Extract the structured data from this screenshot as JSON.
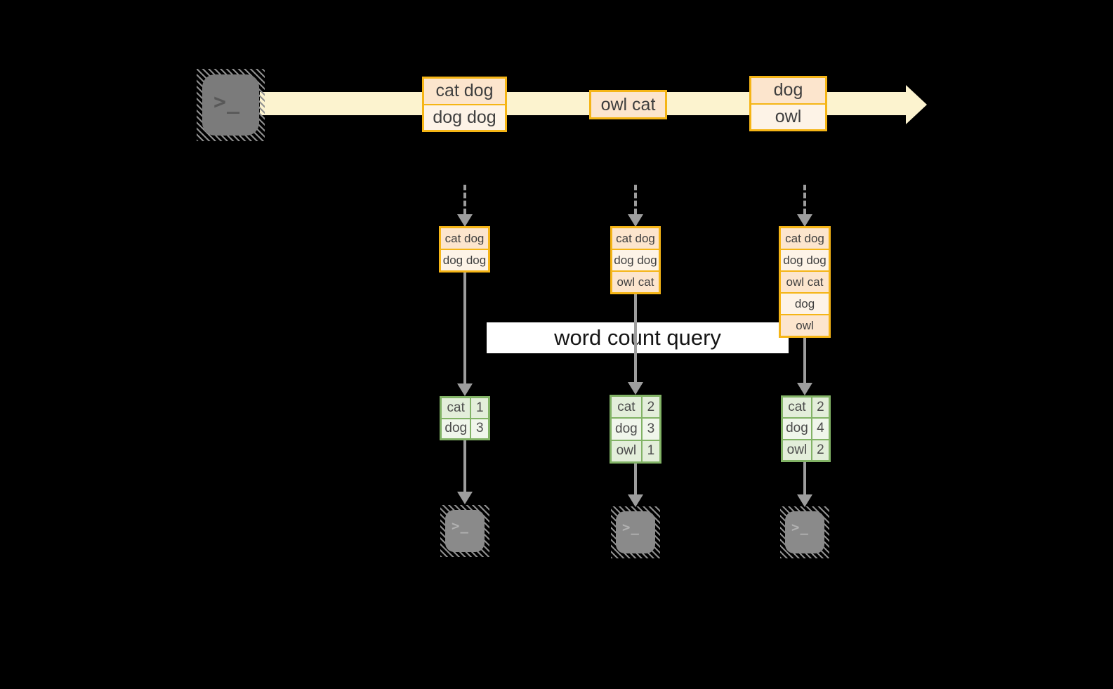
{
  "query_label": "word count query",
  "terminal_glyph": ">_",
  "colors": {
    "background": "#000000",
    "stream_band": "#FCF3CF",
    "record_fill_dark": "#FCE5CD",
    "record_fill_light": "#FDF3E7",
    "record_border": "#F5B516",
    "table_border": "#82B366",
    "table_fill_dark": "#E3EEDA",
    "table_fill_light": "#F0F6EB",
    "connector_gray": "#9D9D9D",
    "terminal_gray": "#7B7B7B",
    "label_background": "#FFFFFF"
  },
  "stream": {
    "batch1": [
      "cat dog",
      "dog dog"
    ],
    "batch2": [
      "owl cat"
    ],
    "batch3": [
      "dog",
      "owl"
    ]
  },
  "columns": [
    {
      "input": [
        "cat dog",
        "dog dog"
      ],
      "result": {
        "rows": [
          {
            "word": "cat",
            "count": "1"
          },
          {
            "word": "dog",
            "count": "3"
          }
        ]
      }
    },
    {
      "input": [
        "cat dog",
        "dog dog",
        "owl cat"
      ],
      "result": {
        "rows": [
          {
            "word": "cat",
            "count": "2"
          },
          {
            "word": "dog",
            "count": "3"
          },
          {
            "word": "owl",
            "count": "1"
          }
        ]
      }
    },
    {
      "input": [
        "cat dog",
        "dog dog",
        "owl cat",
        "dog",
        "owl"
      ],
      "result": {
        "rows": [
          {
            "word": "cat",
            "count": "2"
          },
          {
            "word": "dog",
            "count": "4"
          },
          {
            "word": "owl",
            "count": "2"
          }
        ]
      }
    }
  ]
}
